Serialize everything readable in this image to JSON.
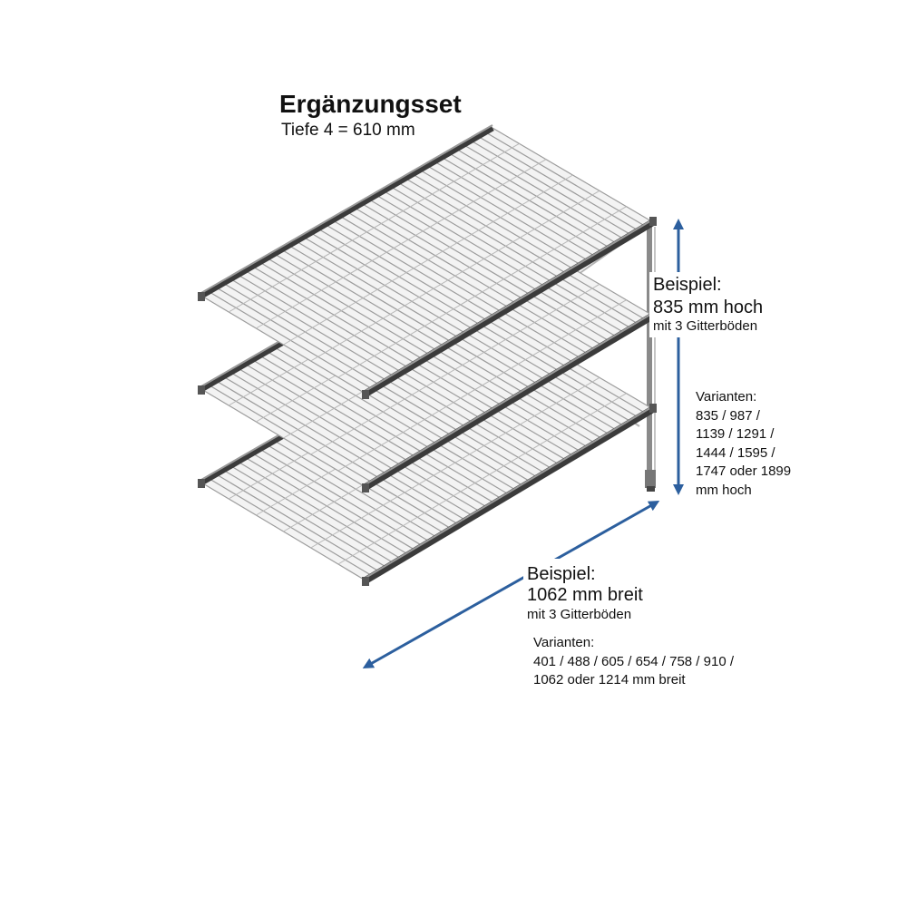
{
  "header": {
    "title": "Ergänzungsset",
    "subtitle": "Tiefe 4 = 610 mm"
  },
  "height_dimension": {
    "example_label": "Beispiel:",
    "example_value": "835 mm hoch",
    "example_note": "mit 3 Gitterböden",
    "variants_lines": [
      "Varianten:",
      "835 / 987 /",
      "1139 / 1291 /",
      "1444 / 1595 /",
      "1747 oder 1899",
      "mm hoch"
    ]
  },
  "width_dimension": {
    "example_label": "Beispiel:",
    "example_value": "1062 mm breit",
    "example_note": "mit 3 Gitterböden",
    "variants_lines": [
      "Varianten:",
      "401 / 488 / 605 / 654 / 758 / 910 /",
      "1062 oder 1214 mm breit"
    ]
  },
  "colors": {
    "arrow": "#2c5f9e",
    "beam_dark": "#3b3b3b",
    "beam_light": "#9a9a9a",
    "wire": "#9c9c9c",
    "frame": "#8a8a8a"
  },
  "illustration": {
    "shelf_count": 3,
    "icon": "wire-shelving-unit-icon"
  }
}
